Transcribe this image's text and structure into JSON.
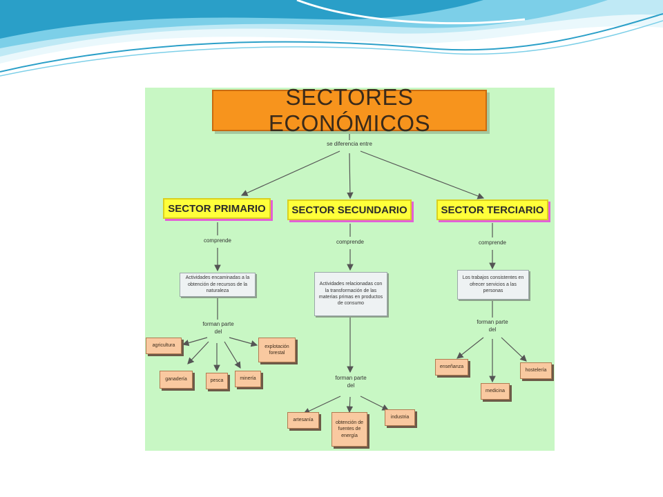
{
  "slide": {
    "colors": {
      "wave_dark": "#2a9fc8",
      "wave_light": "#9fdcee",
      "canvas": "#c8f7c4",
      "title_fill": "#f7941d",
      "sector_fill": "#ffff3a",
      "leaf_fill": "#f9c9a0"
    }
  },
  "concept_map": {
    "title": "SECTORES ECONÓMICOS",
    "top_link": "se diferencia entre",
    "sectors": {
      "primario": {
        "label": "SECTOR PRIMARIO",
        "link": "comprende",
        "description": "Actividades encaminadas a la obtención de recursos de la naturaleza",
        "link2_line1": "forman parte",
        "link2_line2": "del",
        "items": [
          "agricultura",
          "ganadería",
          "pesca",
          "minería",
          "explotación forestal"
        ]
      },
      "secundario": {
        "label": "SECTOR SECUNDARIO",
        "link": "comprende",
        "description": "Actividades relacionadas con la transformación de las materias primas en productos de consumo",
        "link2_line1": "forman parte",
        "link2_line2": "del",
        "items": [
          "artesanía",
          "obtención de fuentes de energía",
          "industria"
        ]
      },
      "terciario": {
        "label": "SECTOR TERCIARIO",
        "link": "comprende",
        "description": "Los trabajos consistentes en ofrecer servicios a las personas",
        "link2_line1": "forman parte",
        "link2_line2": "del",
        "items": [
          "enseñanza",
          "medicina",
          "hostelería"
        ]
      }
    }
  }
}
